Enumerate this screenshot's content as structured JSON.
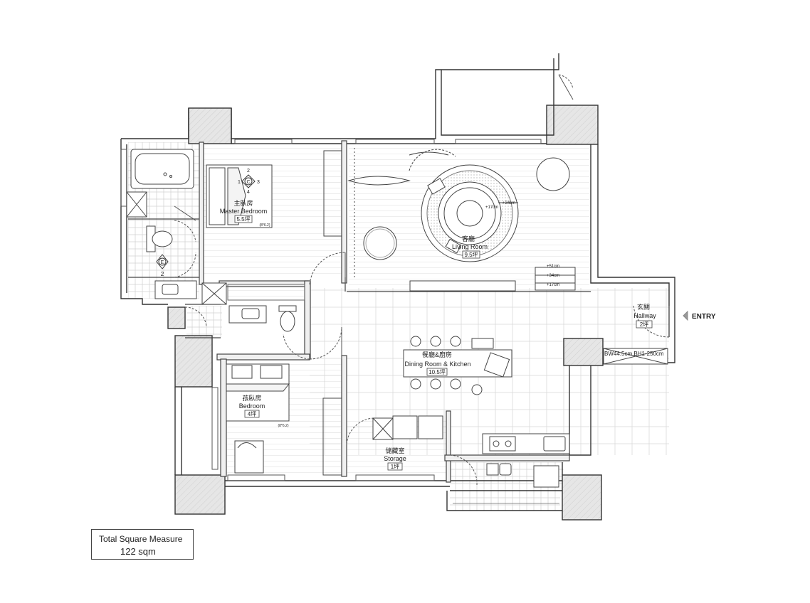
{
  "rooms": {
    "master_bedroom": {
      "zh": "主臥房",
      "en": "Master Bedroom",
      "area": "5.5坪",
      "size": "(8*6.2)"
    },
    "living_room": {
      "zh": "客廳",
      "en": "Living Room",
      "area": "9.5坪"
    },
    "hallway": {
      "zh": "玄關",
      "en": "Hallway",
      "area": "2坪"
    },
    "dining_kitchen": {
      "zh": "餐廳&廚房",
      "en": "Dining Room & Kitchen",
      "area": "10.5坪"
    },
    "bedroom": {
      "zh": "孩臥房",
      "en": "Bedroom",
      "area": "4坪",
      "size": "(8*6.2)"
    },
    "storage": {
      "zh": "儲藏室",
      "en": "Storage",
      "area": "1坪"
    }
  },
  "dimensions": {
    "plus51": "+51cm",
    "plus34a": "+34cm",
    "plus17a": "+17cm",
    "plus17b": "+17cm",
    "plus34b": "+34cm",
    "cabinet": "BW44.5cm,BH1-250cm"
  },
  "entry_label": "ENTRY",
  "view_marker": {
    "center": "C",
    "n1": "1",
    "n2": "2",
    "n3": "3",
    "n4": "4",
    "e_center": "E",
    "e_num": "2"
  },
  "legend": {
    "title": "Total Square Measure",
    "value": "122 sqm"
  },
  "colors": {
    "wall_fill": "#e9e9e9",
    "line": "#333333",
    "accent": "#a0a0a0"
  }
}
